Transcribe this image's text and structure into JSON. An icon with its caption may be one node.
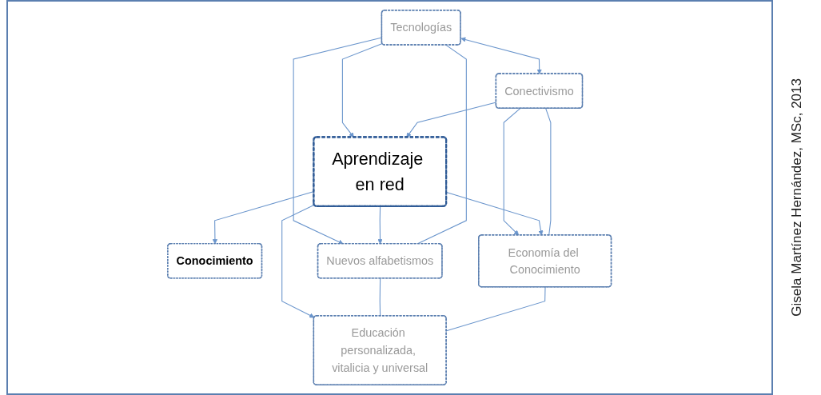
{
  "diagram": {
    "nodes": [
      {
        "text": [
          "Conocimiento"
        ]
      },
      {
        "text": [
          "Tecnologías"
        ]
      },
      {
        "text": [
          "Conectivismo"
        ]
      },
      {
        "text": [
          "Nuevos alfabetismos"
        ]
      },
      {
        "text": [
          "Aprendizaje en red"
        ]
      },
      {
        "text": [
          "Economía del Conocimiento"
        ]
      },
      {
        "text": [
          "Educación personalizada, vitalicia y universal"
        ]
      }
    ],
    "edges": [
      {
        "from": 4,
        "to": 0,
        "arrow": "to"
      },
      {
        "from": 1,
        "to": 2,
        "arrow": "both"
      },
      {
        "from": 1,
        "to": 4,
        "arrow": "to"
      },
      {
        "from": 1,
        "to": 3,
        "arrow": "to"
      },
      {
        "from": 2,
        "to": 4,
        "arrow": "to"
      },
      {
        "from": 2,
        "to": 5,
        "arrow": "to"
      },
      {
        "from": 4,
        "to": 3,
        "arrow": "to"
      },
      {
        "from": 4,
        "to": 5,
        "arrow": "to"
      },
      {
        "from": 4,
        "to": 6,
        "arrow": "to"
      },
      {
        "from": 1,
        "to": 3,
        "arrow": "none"
      },
      {
        "from": 2,
        "to": 5,
        "arrow": "none"
      },
      {
        "from": 3,
        "to": 6,
        "arrow": "none"
      },
      {
        "from": 5,
        "to": 6,
        "arrow": "none"
      }
    ],
    "labels": [
      "Gisela Martínez Hernández, MSc, 2013"
    ]
  }
}
